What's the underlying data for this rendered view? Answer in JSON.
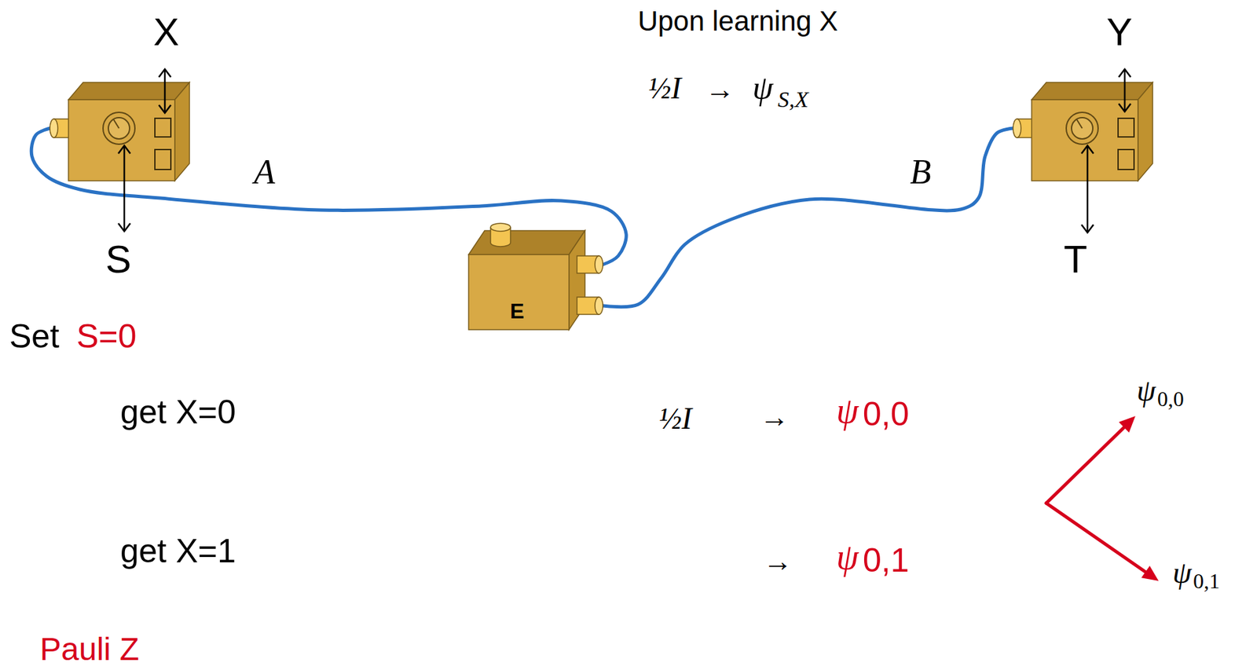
{
  "diagram": {
    "nodes": [
      {
        "text": [
          "X",
          "S"
        ]
      },
      {
        "text": [
          "E"
        ]
      },
      {
        "text": [
          "Y",
          "T"
        ]
      }
    ],
    "edges": [
      {
        "from": 0,
        "to": 1,
        "arrow": "none",
        "label": "A"
      },
      {
        "from": 1,
        "to": 2,
        "arrow": "none",
        "label": "B"
      }
    ],
    "labels": [
      "Upon learning X",
      "½I",
      "→",
      "ψ",
      "S,X",
      "Set",
      "S=0",
      "get X=0",
      "½I",
      "→",
      "ψ",
      "0,0",
      "get X=1",
      "→",
      "ψ",
      "0,1",
      "ψ",
      "0,0",
      "ψ",
      "0,1",
      "Pauli Z"
    ]
  }
}
